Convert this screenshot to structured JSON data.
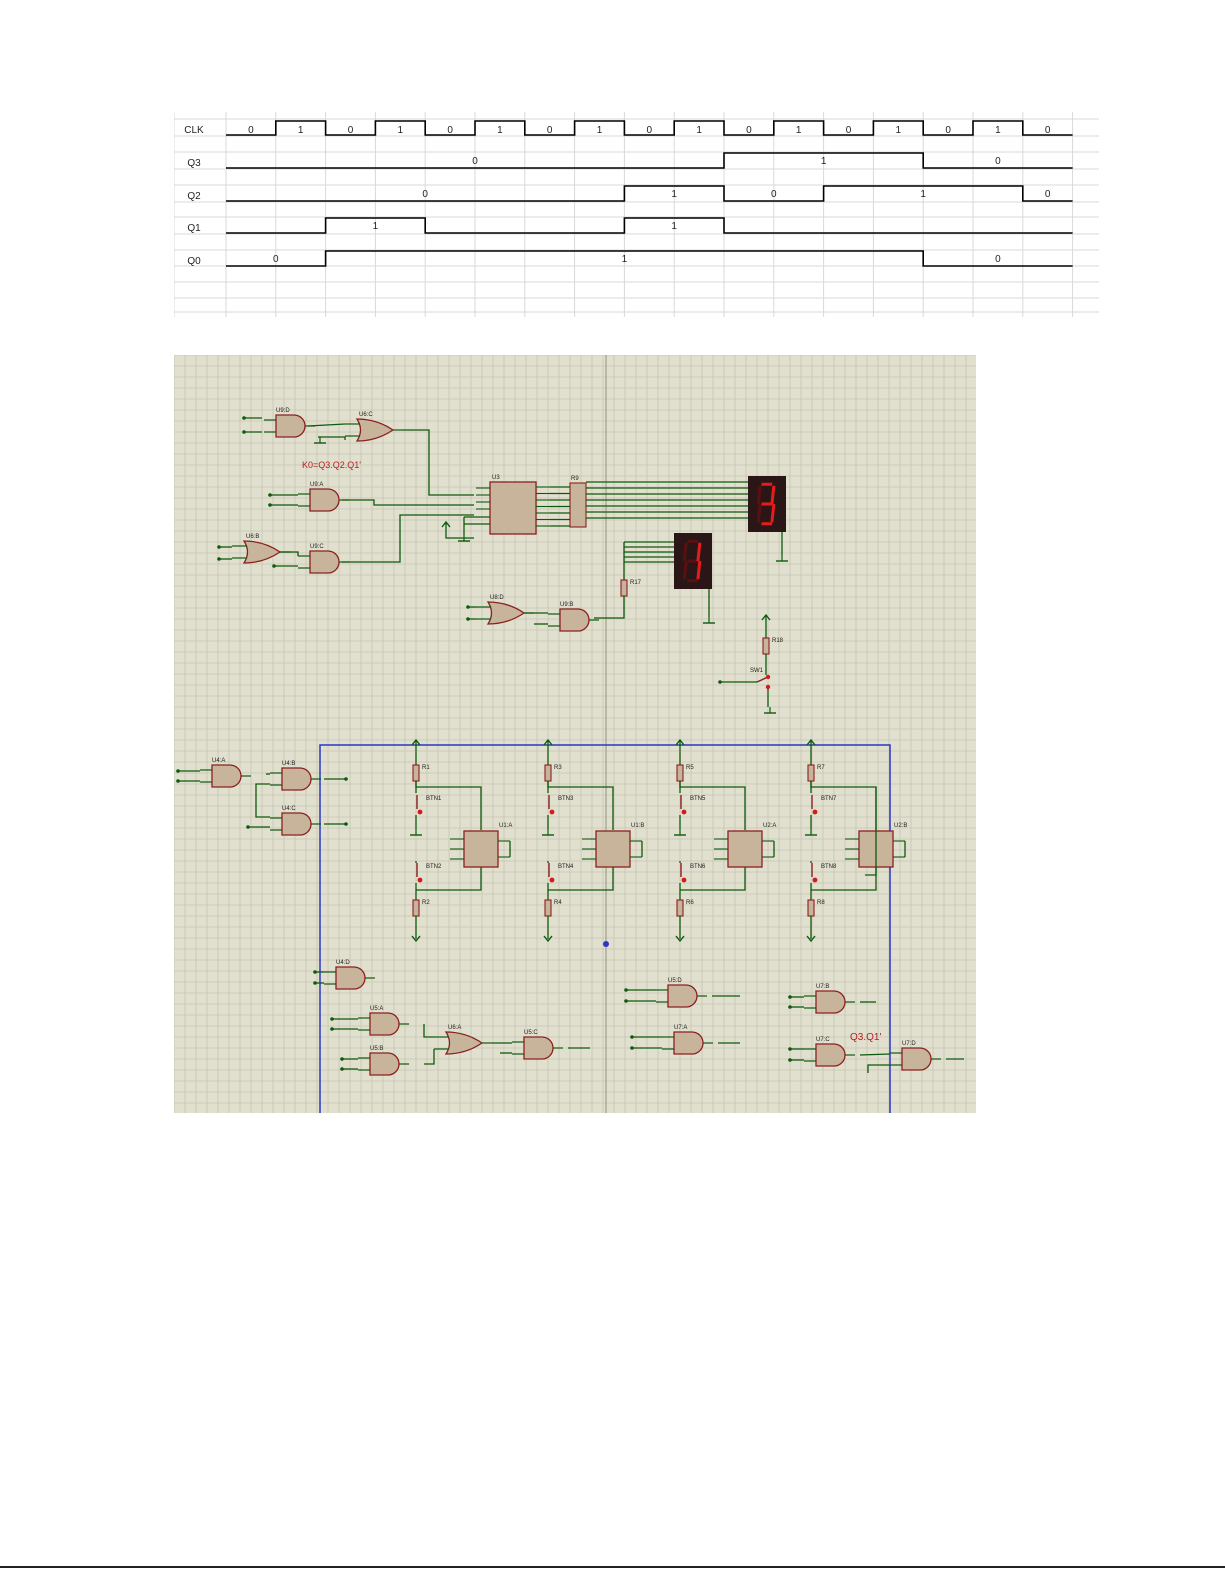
{
  "timing": {
    "labels": [
      "CLK",
      "Q3",
      "Q2",
      "Q1",
      "Q0"
    ],
    "clk_values": [
      "0",
      "1",
      "0",
      "1",
      "0",
      "1",
      "0",
      "1",
      "0",
      "1",
      "0",
      "1",
      "0",
      "1",
      "0",
      "1",
      "0"
    ],
    "signals": [
      {
        "name": "Q3",
        "segments": [
          {
            "from": 0,
            "to": 10,
            "level": 0,
            "text": "0"
          },
          {
            "from": 10,
            "to": 14,
            "level": 1,
            "text": "1"
          },
          {
            "from": 14,
            "to": 17,
            "level": 0,
            "text": "0"
          }
        ]
      },
      {
        "name": "Q2",
        "segments": [
          {
            "from": 0,
            "to": 8,
            "level": 0,
            "text": "0"
          },
          {
            "from": 8,
            "to": 10,
            "level": 1,
            "text": "1"
          },
          {
            "from": 10,
            "to": 12,
            "level": 0,
            "text": "0"
          },
          {
            "from": 12,
            "to": 16,
            "level": 1,
            "text": "1"
          },
          {
            "from": 16,
            "to": 17,
            "level": 0,
            "text": "0"
          }
        ]
      },
      {
        "name": "Q1",
        "segments": [
          {
            "from": 0,
            "to": 2,
            "level": 0,
            "text": ""
          },
          {
            "from": 2,
            "to": 4,
            "level": 1,
            "text": "1"
          },
          {
            "from": 4,
            "to": 8,
            "level": 0,
            "text": ""
          },
          {
            "from": 8,
            "to": 10,
            "level": 1,
            "text": "1"
          },
          {
            "from": 10,
            "to": 17,
            "level": 0,
            "text": ""
          }
        ]
      },
      {
        "name": "Q0",
        "segments": [
          {
            "from": 0,
            "to": 2,
            "level": 0,
            "text": "0"
          },
          {
            "from": 2,
            "to": 14,
            "level": 1,
            "text": "1"
          },
          {
            "from": 14,
            "to": 17,
            "level": 0,
            "text": "0"
          }
        ]
      }
    ]
  },
  "schematic": {
    "annotations": {
      "k0": "K0=Q3.Q2.Q1'",
      "q3q1": "Q3.Q1'"
    },
    "displays": {
      "left_digit": "3",
      "right_digit": "1"
    },
    "gates": [
      "U9:D",
      "U6:C",
      "U9:A",
      "U6:B",
      "U9:C",
      "U8:D",
      "U9:B",
      "U4:A",
      "U4:B",
      "U4:C",
      "U4:D",
      "U5:A",
      "U5:B",
      "U6:A",
      "U5:C",
      "U5:D",
      "U7:A",
      "U7:B",
      "U7:C",
      "U7:D"
    ],
    "decoder": "U3",
    "resistor_pack": "R9",
    "resistors": [
      "R17",
      "R18",
      "R1",
      "R2",
      "R3",
      "R4",
      "R5",
      "R6",
      "R7",
      "R8"
    ],
    "switch": "SW1",
    "buttons": [
      "BTN1",
      "BTN2",
      "BTN3",
      "BTN4",
      "BTN5",
      "BTN6",
      "BTN7",
      "BTN8"
    ],
    "flipflops": [
      "U1:A",
      "U1:B",
      "U2:A",
      "U2:B"
    ]
  },
  "colors": {
    "grid_bg": "#e1dfcd",
    "grid_line": "#c6c4b2",
    "component_fill": "#c8b49a",
    "component_stroke": "#8a2020",
    "wire": "#0d5a0d",
    "box": "#2a36c8",
    "seg_on": "#e81b1b",
    "seg_off": "#5a1010",
    "display_body": "#2a1616"
  }
}
